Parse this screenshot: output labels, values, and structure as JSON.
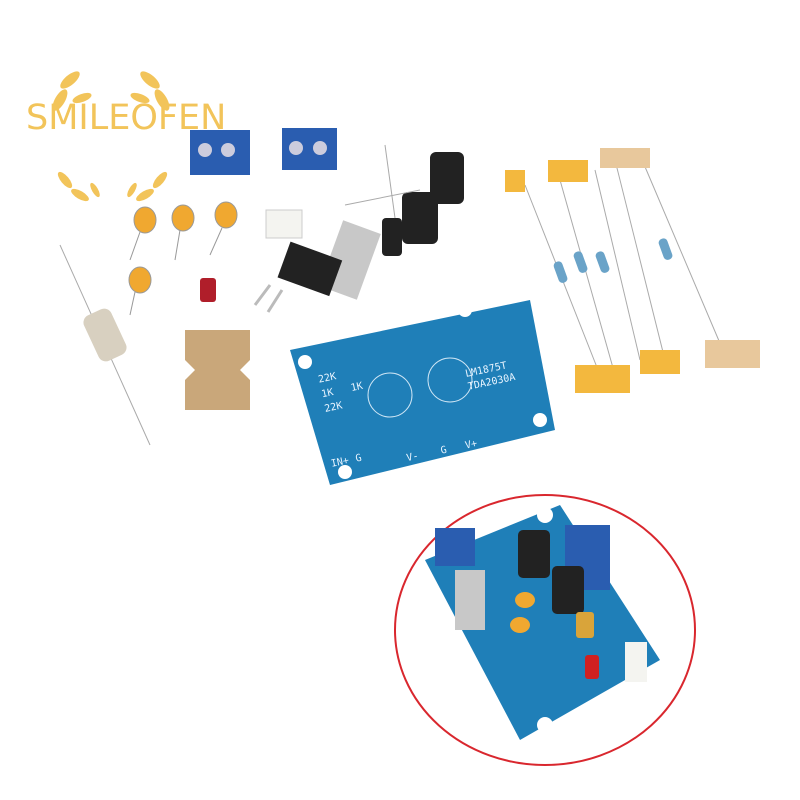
{
  "brand": {
    "logo_text": "SMILEOFEN",
    "color": "#f2c45a"
  },
  "pcb": {
    "labels": [
      "LM1875T",
      "TDA2030A",
      "V-",
      "G",
      "V+",
      "22K",
      "1K",
      "22K",
      "1K",
      "IN+",
      "G"
    ],
    "board_color": "#1f7fb8"
  }
}
